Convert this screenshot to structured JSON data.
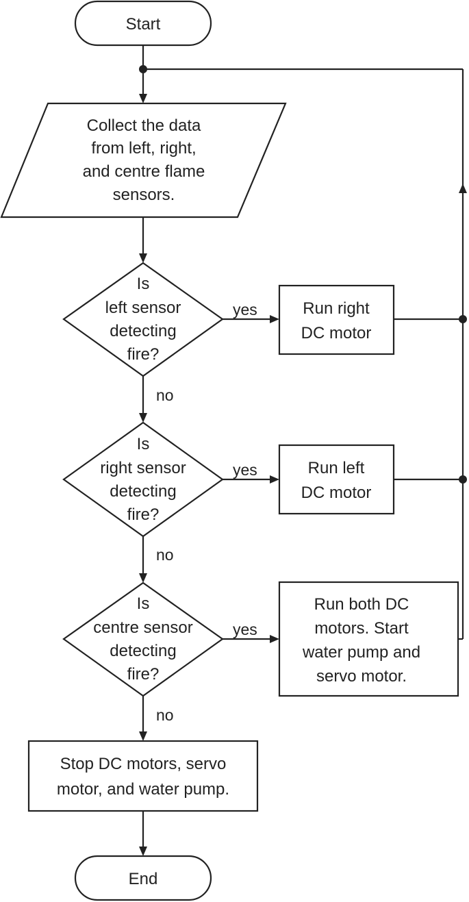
{
  "start": {
    "label": "Start"
  },
  "input": {
    "lines": [
      "Collect the data",
      "from left, right,",
      "and centre flame",
      "sensors."
    ]
  },
  "decisions": [
    {
      "lines": [
        "Is",
        "left sensor",
        "detecting",
        "fire?"
      ],
      "yes_label": "yes",
      "no_label": "no",
      "action": {
        "lines": [
          "Run right",
          "DC motor"
        ]
      }
    },
    {
      "lines": [
        "Is",
        "right sensor",
        "detecting",
        "fire?"
      ],
      "yes_label": "yes",
      "no_label": "no",
      "action": {
        "lines": [
          "Run left",
          "DC motor"
        ]
      }
    },
    {
      "lines": [
        "Is",
        "centre sensor",
        "detecting",
        "fire?"
      ],
      "yes_label": "yes",
      "no_label": "no",
      "action": {
        "lines": [
          "Run both DC",
          "motors. Start",
          "water pump and",
          "servo motor."
        ]
      }
    }
  ],
  "stop": {
    "lines": [
      "Stop DC motors, servo",
      "motor, and water pump."
    ]
  },
  "end": {
    "label": "End"
  }
}
